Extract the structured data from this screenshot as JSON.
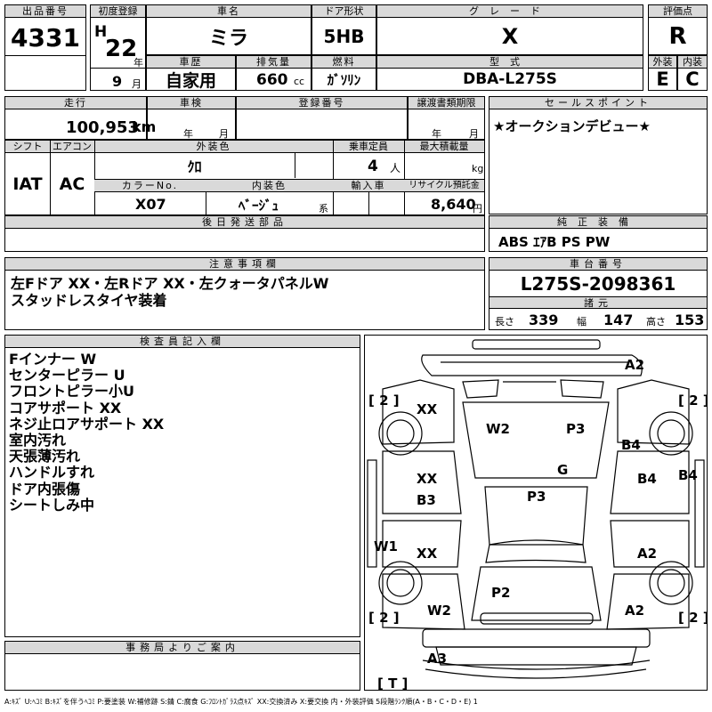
{
  "labels": {
    "lot_no": "出品番号",
    "first_reg": "初度登録",
    "car_name": "車名",
    "door": "ドア形状",
    "grade": "グレード",
    "score": "評価点",
    "year_unit": "年",
    "month_unit": "月",
    "history": "車歴",
    "displacement": "排気量",
    "fuel": "燃料",
    "model": "型式",
    "exterior": "外装",
    "interior": "内装",
    "mileage": "走行",
    "inspection": "車検",
    "reg_no": "登録番号",
    "transfer": "譲渡書類期限",
    "sales_point": "セールスポイント",
    "shift": "シフト",
    "aircon": "エアコン",
    "ext_color": "外装色",
    "capacity": "乗車定員",
    "max_load": "最大積載量",
    "color_no": "カラーNo.",
    "int_color": "内装色",
    "import": "輸入車",
    "recycle": "リサイクル預託金",
    "later_parts": "後日発送部品",
    "genuine_equip": "純正装備",
    "notes": "注意事項欄",
    "chassis_no": "車台番号",
    "specs": "諸元",
    "length": "長さ",
    "width": "幅",
    "height": "高さ",
    "inspector": "検査員記入欄",
    "office": "事務局よりご案内",
    "km": "km",
    "cc": "cc",
    "persons": "人",
    "kg": "kg",
    "kei": "系",
    "yen": "円",
    "year2": "年",
    "month2": "月"
  },
  "values": {
    "lot_no": "4331",
    "era": "H",
    "year": "22",
    "month": "9",
    "car_name": "ミラ",
    "door": "5HB",
    "grade": "X",
    "score": "R",
    "history": "自家用",
    "displacement": "660",
    "fuel": "ｶﾞｿﾘﾝ",
    "model": "DBA-L275S",
    "exterior": "E",
    "interior": "C",
    "mileage": "100,953",
    "sales_point": "★オークションデビュー★",
    "shift": "IAT",
    "aircon": "AC",
    "ext_color": "ｸﾛ",
    "capacity": "4",
    "color_no": "X07",
    "int_color": "ﾍﾞｰｼﾞｭ",
    "recycle": "8,640",
    "genuine_equip": "ABS ｴｱB PS PW",
    "notes": [
      "左Fドア XX・左Rドア XX・左クォータパネルW",
      "スタッドレスタイヤ装着"
    ],
    "chassis_no": "L275S-2098361",
    "length": "339",
    "width": "147",
    "height": "153",
    "inspector_remarks": [
      "Fインナー W",
      "センターピラー U",
      "フロントピラー小U",
      "コアサポート XX",
      "ネジ止ロアサポート XX",
      "室内汚れ",
      "天張薄汚れ",
      "ハンドルすれ",
      "ドア内張傷",
      "シートしみ中"
    ],
    "legend": "A:ｷｽﾞ U:ﾍｺﾐ B:ｷｽﾞを伴うﾍｺﾐ P:要塗装 W:補修跡 S:錆 C:腐食 G:ﾌﾛﾝﾄｶﾞﾗｽ点ｷｽﾞ XX:交換済み X:要交換 内・外装評価 5段階ﾗﾝｸ順(A・B・C・D・E) 1"
  },
  "damage_marks": [
    {
      "label": "A2"
    },
    {
      "label": "[ 2 ]"
    },
    {
      "label": "[ 2 ]"
    },
    {
      "label": "XX"
    },
    {
      "label": "W2"
    },
    {
      "label": "P3"
    },
    {
      "label": "B4"
    },
    {
      "label": "G"
    },
    {
      "label": "XX"
    },
    {
      "label": "B4"
    },
    {
      "label": "B4"
    },
    {
      "label": "B3"
    },
    {
      "label": "P3"
    },
    {
      "label": "W1"
    },
    {
      "label": "XX"
    },
    {
      "label": "A2"
    },
    {
      "label": "P2"
    },
    {
      "label": "W2"
    },
    {
      "label": "A2"
    },
    {
      "label": "[ 2 ]"
    },
    {
      "label": "[ 2 ]"
    },
    {
      "label": "A3"
    },
    {
      "label": "[ T ]"
    }
  ]
}
